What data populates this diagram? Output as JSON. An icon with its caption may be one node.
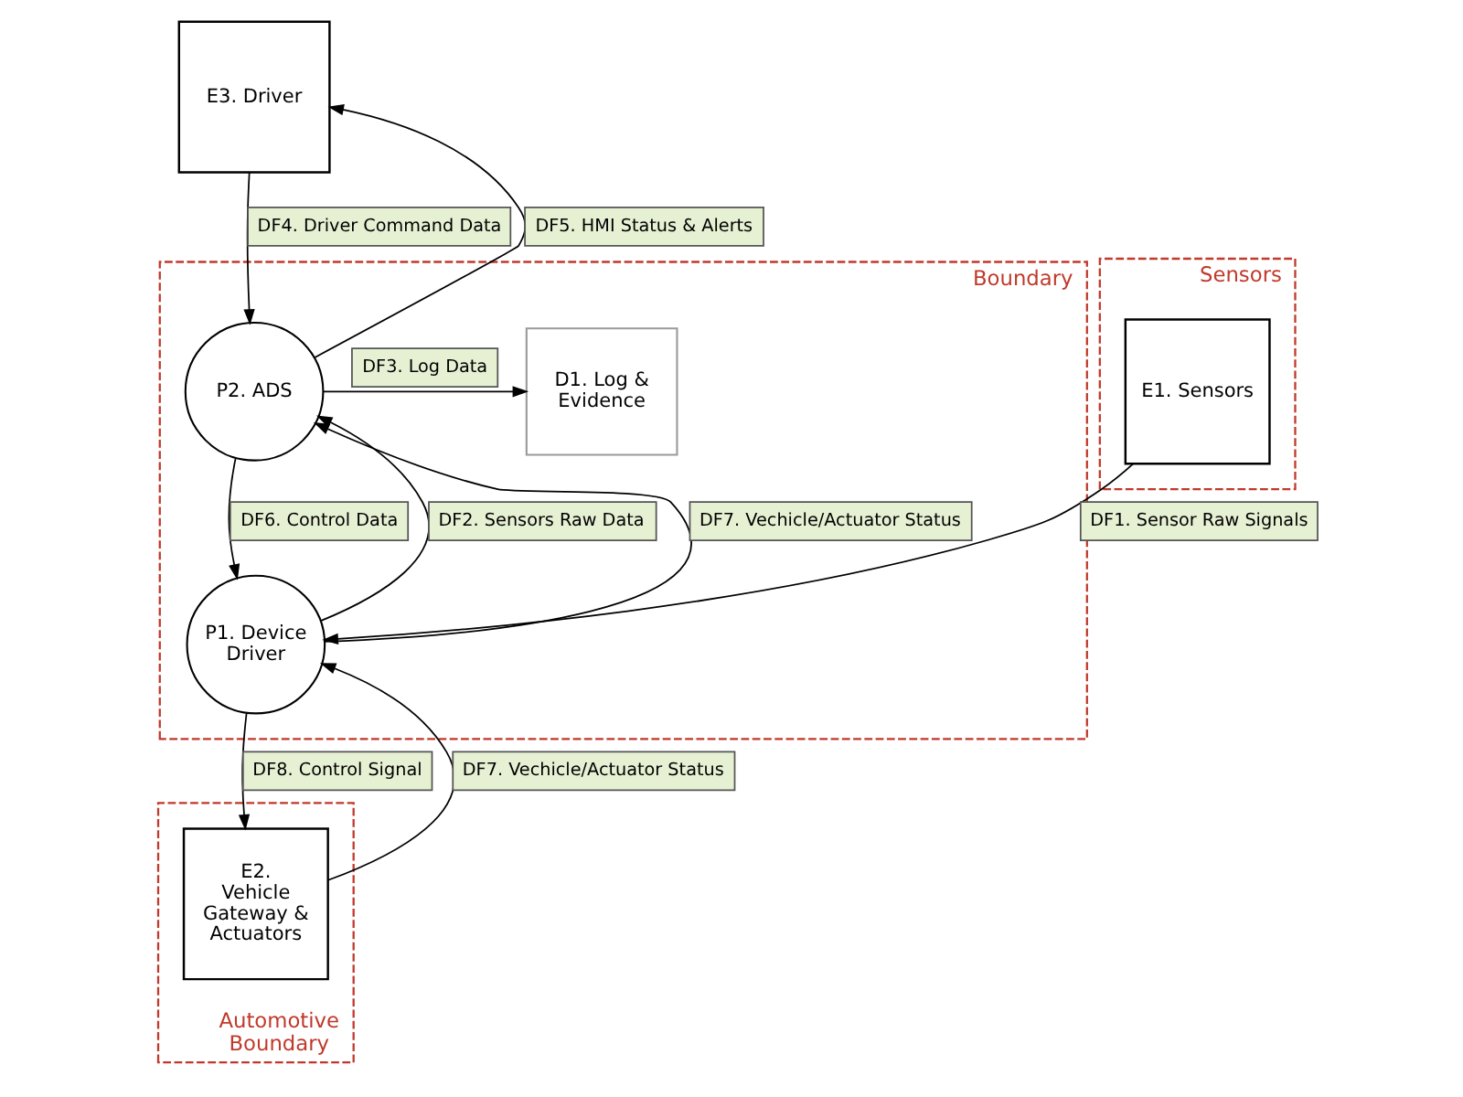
{
  "diagram": {
    "nodes": [
      {
        "text": [
          "E3. Driver"
        ]
      },
      {
        "text": [
          "Boundary"
        ]
      },
      {
        "text": [
          "D1. Log & Evidence"
        ],
        "in": 1
      },
      {
        "text": [
          "P2. ADS"
        ],
        "in": 1
      },
      {
        "text": [
          "P1. Device Driver"
        ],
        "in": 1
      },
      {
        "text": [
          "Sensors"
        ]
      },
      {
        "text": [
          "E1. Sensors"
        ],
        "in": 5
      },
      {
        "text": [
          "Automotive Boundary"
        ]
      },
      {
        "text": [
          "E2. Vehicle Gateway & Actuators"
        ],
        "in": 7
      }
    ],
    "edges": [
      {
        "from": 6,
        "to": 4,
        "arrow": "to",
        "label": "DF1. Sensor Raw Signals"
      },
      {
        "from": 4,
        "to": 3,
        "arrow": "to",
        "label": "DF2. Sensors Raw Data"
      },
      {
        "from": 3,
        "to": 2,
        "arrow": "to",
        "label": "DF3. Log Data"
      },
      {
        "from": 0,
        "to": 3,
        "arrow": "to",
        "label": "DF4. Driver Command Data"
      },
      {
        "from": 3,
        "to": 0,
        "arrow": "to",
        "label": "DF5. HMI Status & Alerts"
      },
      {
        "from": 3,
        "to": 4,
        "arrow": "to",
        "label": "DF6. Control Data"
      },
      {
        "from": 4,
        "to": 3,
        "arrow": "to",
        "label": "DF7. Vechicle/Actuator Status"
      },
      {
        "from": 8,
        "to": 4,
        "arrow": "to",
        "label": "DF7. Vechicle/Actuator Status"
      },
      {
        "from": 4,
        "to": 8,
        "arrow": "to",
        "label": "DF8. Control Signal"
      }
    ]
  }
}
